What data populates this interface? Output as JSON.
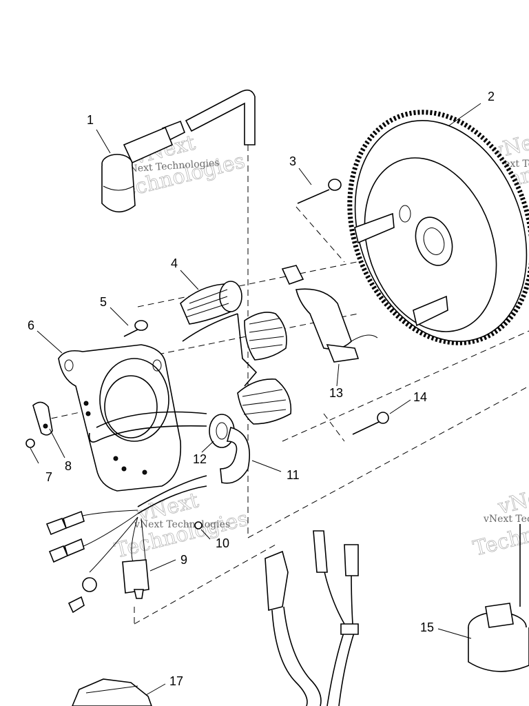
{
  "callouts": [
    {
      "id": "1",
      "label": "1"
    },
    {
      "id": "2",
      "label": "2"
    },
    {
      "id": "3",
      "label": "3"
    },
    {
      "id": "4",
      "label": "4"
    },
    {
      "id": "5",
      "label": "5"
    },
    {
      "id": "6",
      "label": "6"
    },
    {
      "id": "7",
      "label": "7"
    },
    {
      "id": "8",
      "label": "8"
    },
    {
      "id": "9",
      "label": "9"
    },
    {
      "id": "10",
      "label": "10"
    },
    {
      "id": "11",
      "label": "11"
    },
    {
      "id": "12",
      "label": "12"
    },
    {
      "id": "13",
      "label": "13"
    },
    {
      "id": "14",
      "label": "14"
    },
    {
      "id": "15",
      "label": "15"
    },
    {
      "id": "17",
      "label": "17"
    }
  ],
  "watermark": {
    "brand_small": "vNext Technologies",
    "brand_large_1": "vNext",
    "brand_large_2": "Technologies"
  }
}
